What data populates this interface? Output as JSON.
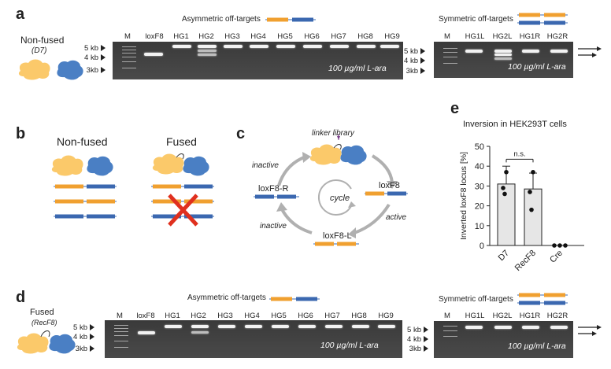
{
  "panels": {
    "a": {
      "label": "a",
      "construct_name": "Non-fused",
      "construct_variant": "(D7)",
      "asym_title": "Asymmetric off-targets",
      "sym_title": "Symmetric off-targets",
      "lanes_asym": [
        "M",
        "loxF8",
        "HG1",
        "HG2",
        "HG3",
        "HG4",
        "HG5",
        "HG6",
        "HG7",
        "HG8",
        "HG9"
      ],
      "lanes_sym": [
        "M",
        "HG1L",
        "HG2L",
        "HG1R",
        "HG2R"
      ],
      "markers": [
        "5 kb",
        "4 kb",
        "3kb"
      ],
      "condition": "100 µg/ml L-ara"
    },
    "b": {
      "label": "b",
      "left_title": "Non-fused",
      "right_title": "Fused"
    },
    "c": {
      "label": "c",
      "linker": "linker library",
      "center": "cycle",
      "node_top_right": "loxF8",
      "node_left": "loxF8-R",
      "node_bottom": "loxF8-L",
      "edge_top_left": "inactive",
      "edge_bottom_left": "inactive",
      "edge_right": "active"
    },
    "d": {
      "label": "d",
      "construct_name": "Fused",
      "construct_variant": "(RecF8)",
      "asym_title": "Asymmetric off-targets",
      "sym_title": "Symmetric off-targets",
      "lanes_asym": [
        "M",
        "loxF8",
        "HG1",
        "HG2",
        "HG3",
        "HG4",
        "HG5",
        "HG6",
        "HG7",
        "HG8",
        "HG9"
      ],
      "lanes_sym": [
        "M",
        "HG1L",
        "HG2L",
        "HG1R",
        "HG2R"
      ],
      "markers": [
        "5 kb",
        "4 kb",
        "3kb"
      ],
      "condition": "100 µg/ml L-ara"
    },
    "e": {
      "label": "e"
    }
  },
  "colors": {
    "orange": "#f0a030",
    "blue": "#3b68b0",
    "cross": "#e0301e",
    "protein_orange": "#fbc96a",
    "protein_blue": "#4a7fc4"
  },
  "chart_data": {
    "type": "bar",
    "title": "Inversion in HEK293T cells",
    "ylabel": "Inverted loxF8 locus [%]",
    "categories": [
      "D7",
      "RecF8",
      "Cre"
    ],
    "values": [
      31,
      28.5,
      0
    ],
    "errors": [
      9,
      8,
      0
    ],
    "points": [
      [
        37,
        29,
        26
      ],
      [
        37,
        27,
        18
      ],
      [
        0,
        0,
        0
      ]
    ],
    "ylim": [
      0,
      50
    ],
    "yticks": [
      0,
      10,
      20,
      30,
      40,
      50
    ],
    "annotation": "n.s.",
    "grid": false
  }
}
